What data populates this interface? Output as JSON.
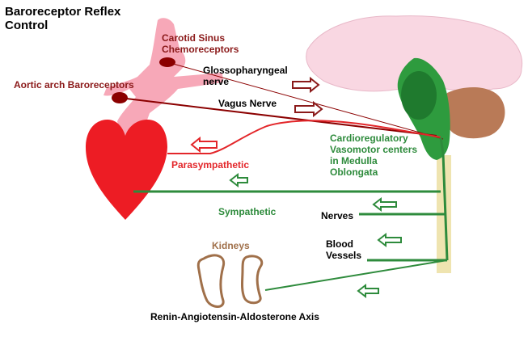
{
  "title": "Baroreceptor Reflex\nControl",
  "labels": {
    "carotid": "Carotid Sinus\nChemoreceptors",
    "aortic": "Aortic arch Baroreceptors",
    "glossopharyngeal": "Glossopharyngeal\nnerve",
    "vagus": "Vagus Nerve",
    "parasympathetic": "Parasympathetic",
    "cardioregulatory": "Cardioregulatory\nVasomotor centers\nin Medulla\nOblongata",
    "sympathetic": "Sympathetic",
    "nerves": "Nerves",
    "blood_vessels": "Blood\nVessels",
    "kidneys": "Kidneys",
    "raas": "Renin-Angiotensin-Aldosterone Axis"
  },
  "colors": {
    "heart": "#ed1c24",
    "vessels": "#f7a8b8",
    "receptor": "#8b0000",
    "brain": "#f9d7e2",
    "medulla": "#2e9b3e",
    "cerebellum": "#b97a57",
    "spinal_cord": "#efe4b0",
    "afferent_arrow": "#8b1a1a",
    "parasympathetic": "#e3262a",
    "sympathetic": "#2e8b3c",
    "kidney": "#a0704a"
  }
}
